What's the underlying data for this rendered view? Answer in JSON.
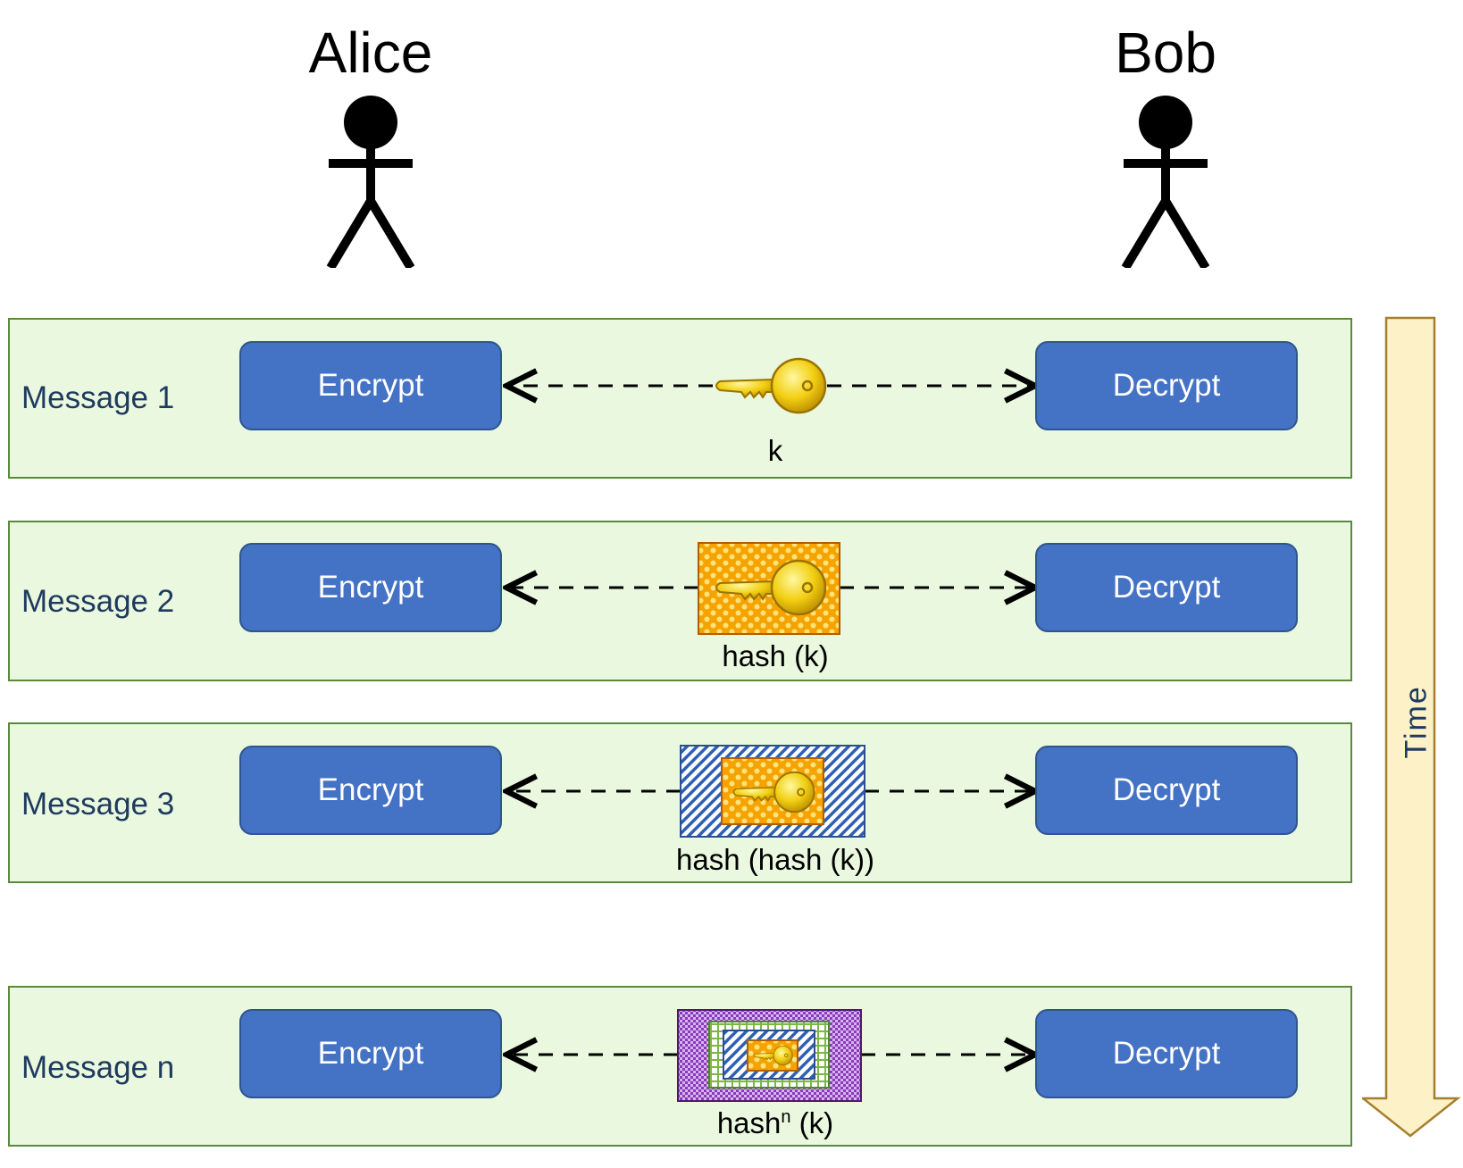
{
  "actors": [
    {
      "name": "Alice"
    },
    {
      "name": "Bob"
    }
  ],
  "lanes": [
    {
      "label": "Message 1",
      "encrypt": "Encrypt",
      "decrypt": "Decrypt",
      "key_caption": "k",
      "key_caption_sup": "",
      "key_caption_rest": ""
    },
    {
      "label": "Message 2",
      "encrypt": "Encrypt",
      "decrypt": "Decrypt",
      "key_caption": "hash (k)",
      "key_caption_sup": "",
      "key_caption_rest": ""
    },
    {
      "label": "Message 3",
      "encrypt": "Encrypt",
      "decrypt": "Decrypt",
      "key_caption": "hash (hash (k))",
      "key_caption_sup": "",
      "key_caption_rest": ""
    },
    {
      "label": "Message n",
      "encrypt": "Encrypt",
      "decrypt": "Decrypt",
      "key_caption": "hash",
      "key_caption_sup": "n",
      "key_caption_rest": " (k)"
    }
  ],
  "time_axis": {
    "label": "Time"
  },
  "icons": {
    "actor": "stick-figure-icon",
    "key": "key-icon"
  },
  "colors": {
    "lane_bg": "#e9f8de",
    "box": "#4472c4",
    "arrow_fill": "#fdf1c7",
    "arrow_stroke": "#a57f2a"
  }
}
